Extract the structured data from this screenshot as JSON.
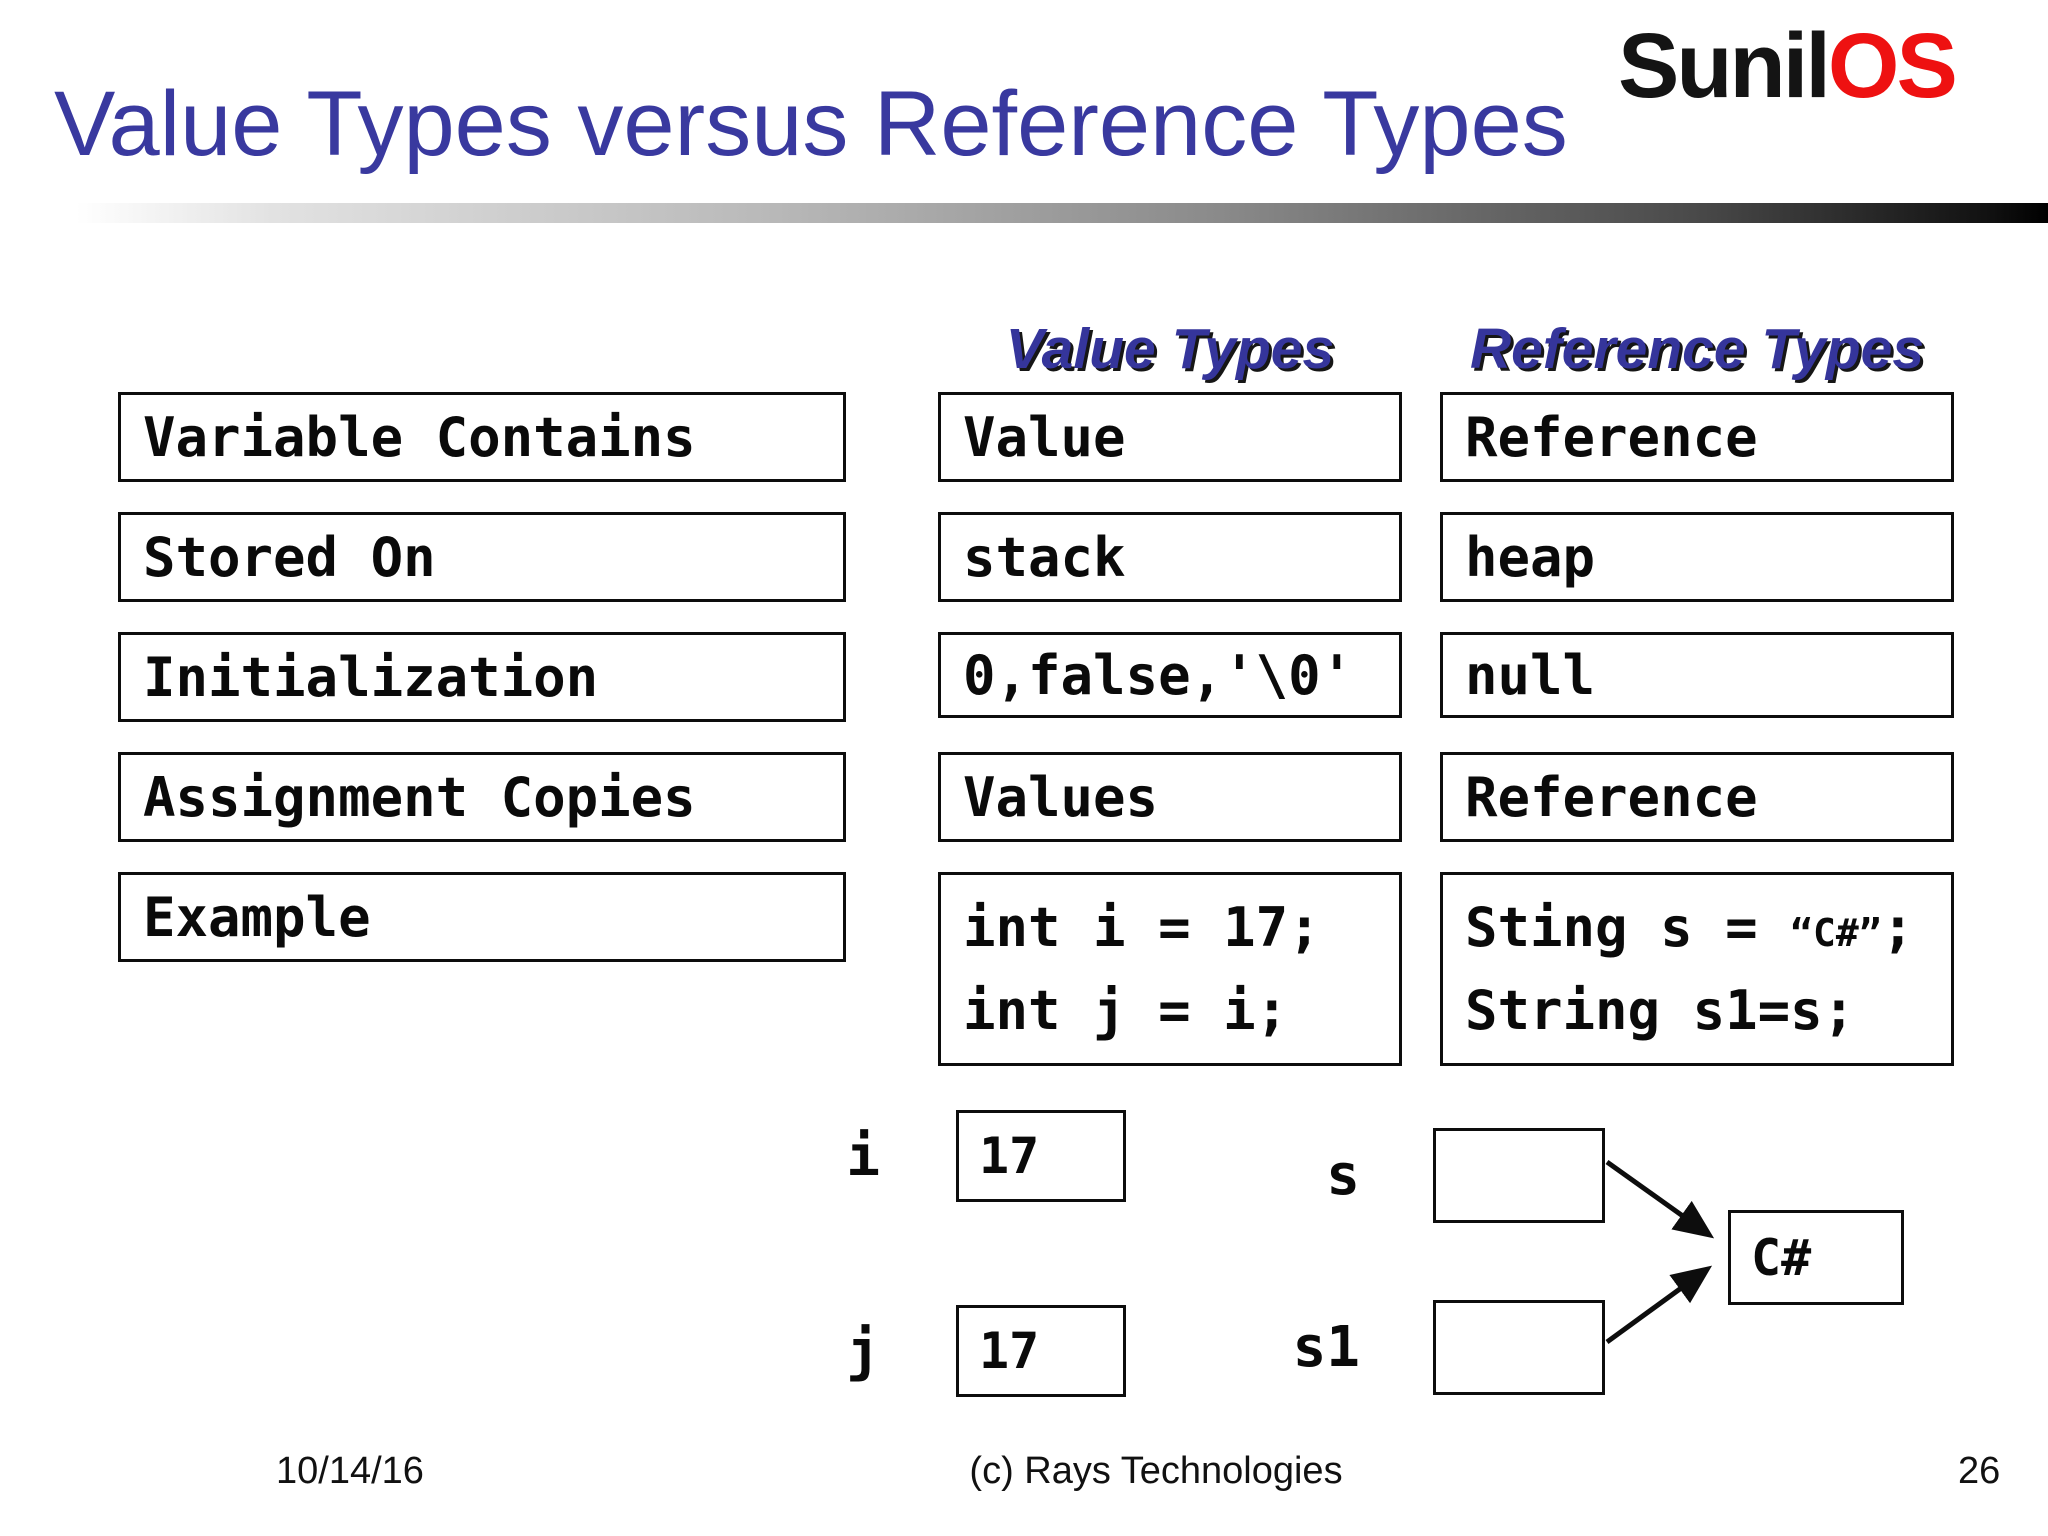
{
  "slide": {
    "title": "Value Types versus Reference Types",
    "logo_black": "Sunil",
    "logo_red": "OS"
  },
  "headers": {
    "value": "Value Types",
    "reference": "Reference Types"
  },
  "table": {
    "row_labels": [
      "Variable Contains",
      "Stored On",
      "Initialization",
      "Assignment Copies",
      "Example"
    ],
    "value_column": [
      "Value",
      "stack",
      "0,false,'\\0'",
      "Values"
    ],
    "reference_column": [
      "Reference",
      "heap",
      "null",
      "Reference"
    ],
    "value_example": {
      "line1": "int i = 17;",
      "line2": "int j = i;"
    },
    "reference_example": {
      "line1_code": "Sting s = ",
      "line1_literal": "“C#”",
      "line1_end": ";",
      "line2": "String s1=s;"
    }
  },
  "diagram": {
    "i_label": "i",
    "i_value": "17",
    "j_label": "j",
    "j_value": "17",
    "s_label": "s",
    "s1_label": "s1",
    "heap_value": "C#"
  },
  "footer": {
    "date": "10/14/16",
    "copyright": "(c) Rays Technologies",
    "page": "26"
  },
  "colors": {
    "title_blue": "#39399F",
    "header_navy": "#35359B",
    "logo_red": "#EE1111"
  }
}
